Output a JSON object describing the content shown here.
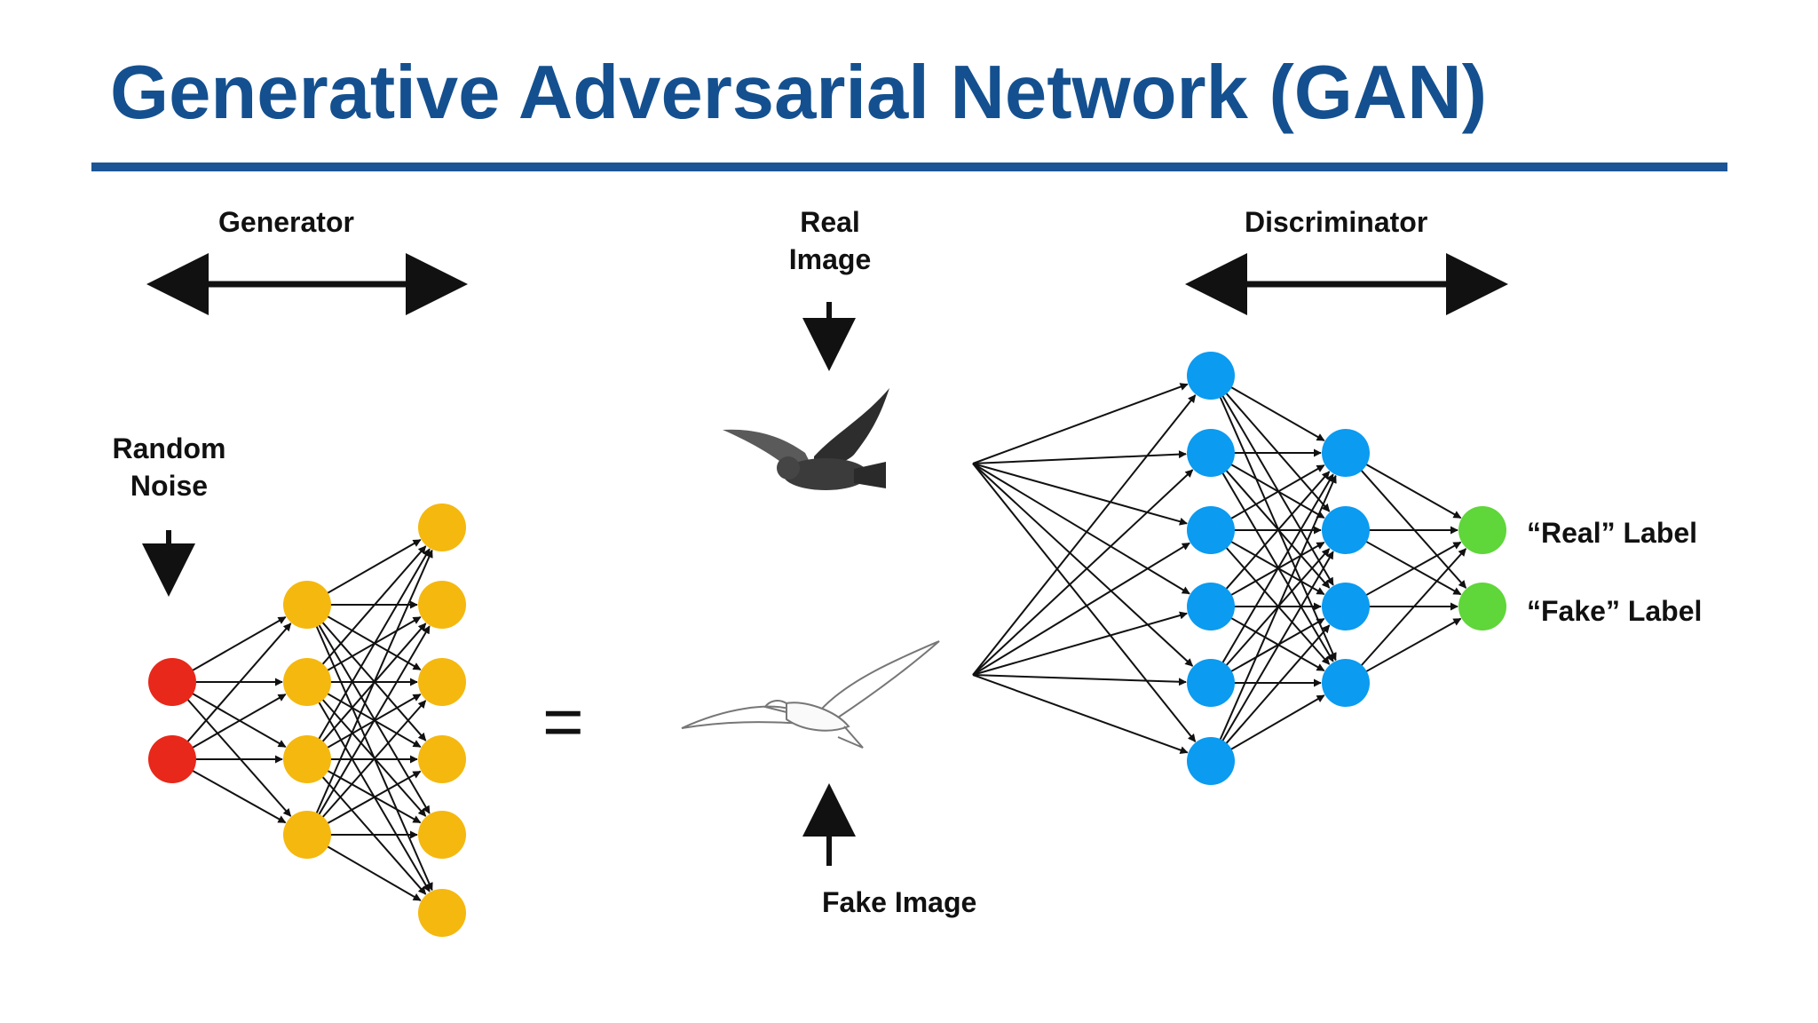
{
  "title": "Generative Adversarial Network (GAN)",
  "labels": {
    "generator": "Generator",
    "real_image": [
      "Real",
      "Image"
    ],
    "discriminator": "Discriminator",
    "random_noise": [
      "Random",
      "Noise"
    ],
    "equals": "=",
    "fake_image": "Fake Image",
    "real_label": "“Real” Label",
    "fake_label": "“Fake” Label"
  },
  "colors": {
    "title": "#14508f",
    "rule": "#1c5596",
    "noise_node": "#e8281a",
    "generator_node": "#f5b80f",
    "discriminator_node": "#0b9bf0",
    "output_node": "#5fd63a"
  },
  "generator": {
    "layers": [
      2,
      4,
      6
    ]
  },
  "discriminator": {
    "layers": [
      6,
      4,
      2
    ]
  },
  "images": {
    "real": "pigeon-in-flight",
    "fake": "sketched-seagull"
  }
}
